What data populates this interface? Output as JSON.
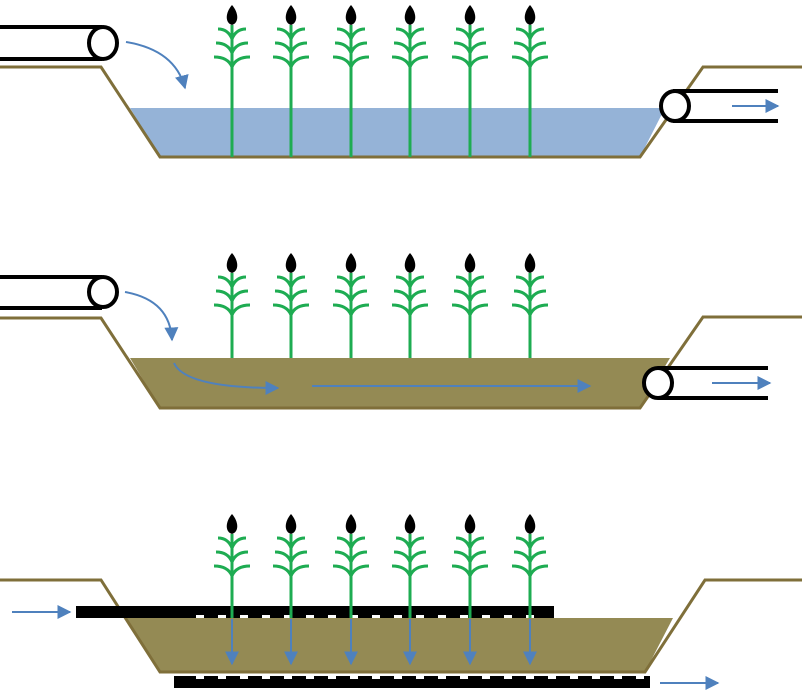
{
  "colors": {
    "water": "#95b3d7",
    "soil": "#948a54",
    "bank": "#7f6f3a",
    "plant": "#1eac52",
    "arrow": "#4f81bd",
    "pipe": "#000000",
    "seed": "#000000"
  },
  "panels": [
    {
      "id": "surface-flow",
      "medium": "water",
      "plant_count": 6
    },
    {
      "id": "horizontal-subsurface-flow",
      "medium": "soil",
      "plant_count": 6
    },
    {
      "id": "vertical-subsurface-flow",
      "medium": "soil",
      "plant_count": 6
    }
  ],
  "icons": [
    "inlet-pipe-icon",
    "outlet-pipe-icon",
    "plant-icon",
    "flow-arrow-icon",
    "distribution-pipe-icon",
    "drain-pipe-icon"
  ]
}
